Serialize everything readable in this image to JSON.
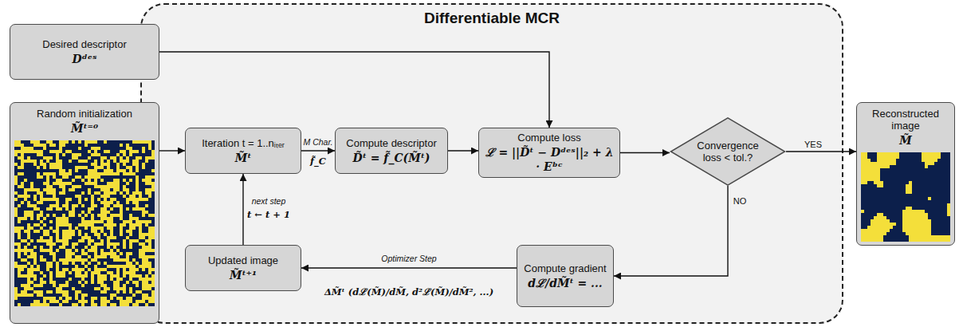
{
  "diagram": {
    "nodes": [
      {
        "text": [
          "Desired descriptor",
          "Dᵈᵉˢ"
        ]
      },
      {
        "text": [
          "Random initialization",
          "M̃ᵗ⁼⁰"
        ]
      },
      {
        "text": [
          "Differentiable MCR"
        ]
      },
      {
        "text": [
          "Iteration t = 1..nᵢₜₑᵣ",
          "M̃ᵗ"
        ],
        "in": 2
      },
      {
        "text": [
          "Compute descriptor",
          "D̃ᵗ = f̃_C(M̃ᵗ)"
        ],
        "in": 2
      },
      {
        "text": [
          "Compute loss",
          "ℒ = ||D̃ᵗ − Dᵈᵉˢ||₂ + λ · Eᵇᶜ"
        ],
        "in": 2
      },
      {
        "text": [
          "Convergence loss < tol.?"
        ],
        "in": 2
      },
      {
        "text": [
          "Compute gradient",
          "dℒ/dM̃ᵗ = ..."
        ],
        "in": 2
      },
      {
        "text": [
          "Updated image",
          "M̃ᵗ⁺¹"
        ],
        "in": 2
      },
      {
        "text": [
          "Reconstructed image",
          "M̃"
        ]
      }
    ],
    "edges": [
      {
        "from": 0,
        "to": 5,
        "arrow": "to"
      },
      {
        "from": 1,
        "to": 3,
        "arrow": "to"
      },
      {
        "from": 3,
        "to": 4,
        "arrow": "to",
        "label": "M Char."
      },
      {
        "from": 4,
        "to": 5,
        "arrow": "to"
      },
      {
        "from": 5,
        "to": 6,
        "arrow": "to"
      },
      {
        "from": 6,
        "to": 9,
        "arrow": "to",
        "label": "YES"
      },
      {
        "from": 6,
        "to": 7,
        "arrow": "to",
        "label": "NO"
      },
      {
        "from": 7,
        "to": 8,
        "arrow": "to",
        "label": "Optimizer Step"
      },
      {
        "from": 8,
        "to": 3,
        "arrow": "to",
        "label": "next step"
      }
    ],
    "labels": [
      "f̃_C",
      "t ← t + 1",
      "ΔM̃ᵗ (dℒ(M̃)/dM̃, d²ℒ(M̃)/dM̃², ...)"
    ]
  }
}
